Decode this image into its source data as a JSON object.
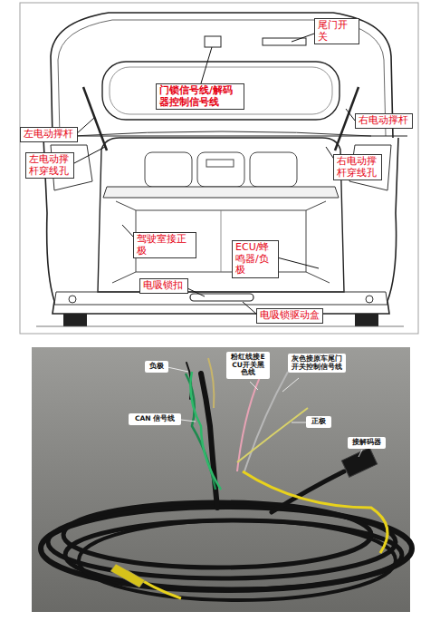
{
  "diagram": {
    "nodes": [
      {
        "text": [
          "尾门开关"
        ]
      },
      {
        "text": [
          "门锁信号线/解码器控制信号线"
        ]
      },
      {
        "text": [
          "左电动撑杆"
        ]
      },
      {
        "text": [
          "右电动撑杆"
        ]
      },
      {
        "text": [
          "左电动撑杆穿线孔"
        ]
      },
      {
        "text": [
          "右电动撑杆穿线孔"
        ]
      },
      {
        "text": [
          "驾驶室接正极"
        ]
      },
      {
        "text": [
          "ECU/蜂鸣器/负极"
        ]
      },
      {
        "text": [
          "电吸锁扣"
        ]
      },
      {
        "text": [
          "电吸锁驱动盒"
        ]
      },
      {
        "text": [
          "负极"
        ]
      },
      {
        "text": [
          "粉红线接ECU开关黑色线"
        ]
      },
      {
        "text": [
          "灰色接原车尾门开关控制信号线"
        ]
      },
      {
        "text": [
          "CAN 信号线"
        ]
      },
      {
        "text": [
          "正极"
        ]
      },
      {
        "text": [
          "接解码器"
        ]
      }
    ]
  }
}
